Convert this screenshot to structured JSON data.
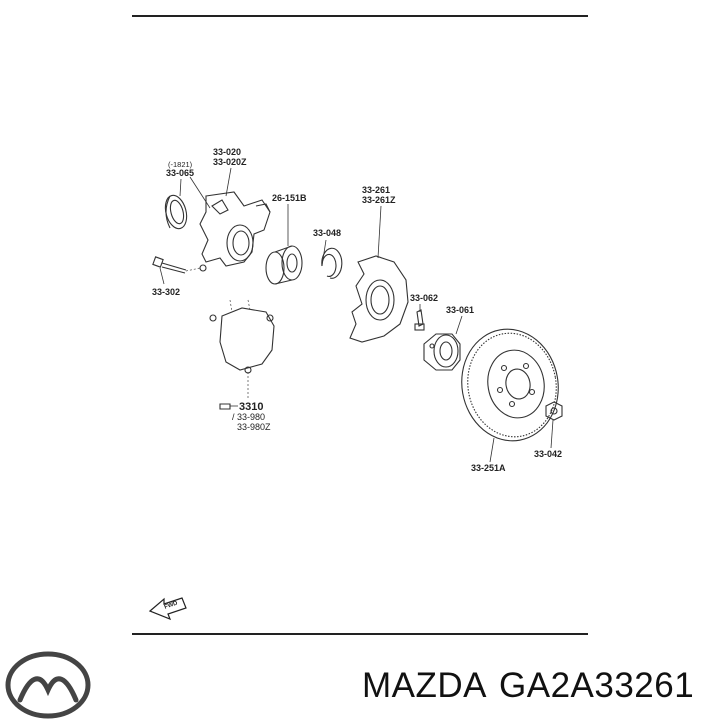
{
  "diagram": {
    "labels": {
      "range_note": "(-1821)",
      "p33065": "33-065",
      "p33020": "33-020",
      "p33020z": "33-020Z",
      "p26151b": "26-151B",
      "p33048": "33-048",
      "p33261": "33-261",
      "p33261z": "33-261Z",
      "p33302": "33-302",
      "p33062": "33-062",
      "p33061": "33-061",
      "p3310": "3310",
      "p33980": "/ 33-980",
      "p33980z": "33-980Z",
      "p33251a": "33-251A",
      "p33042": "33-042",
      "fwd": "FWD"
    },
    "icons": {
      "forward_arrow": "fwd-arrow-icon",
      "brand_logo": "mazda-logo-icon"
    }
  },
  "footer": {
    "brand": "MAZDA",
    "part_number": "GA2A33261"
  }
}
